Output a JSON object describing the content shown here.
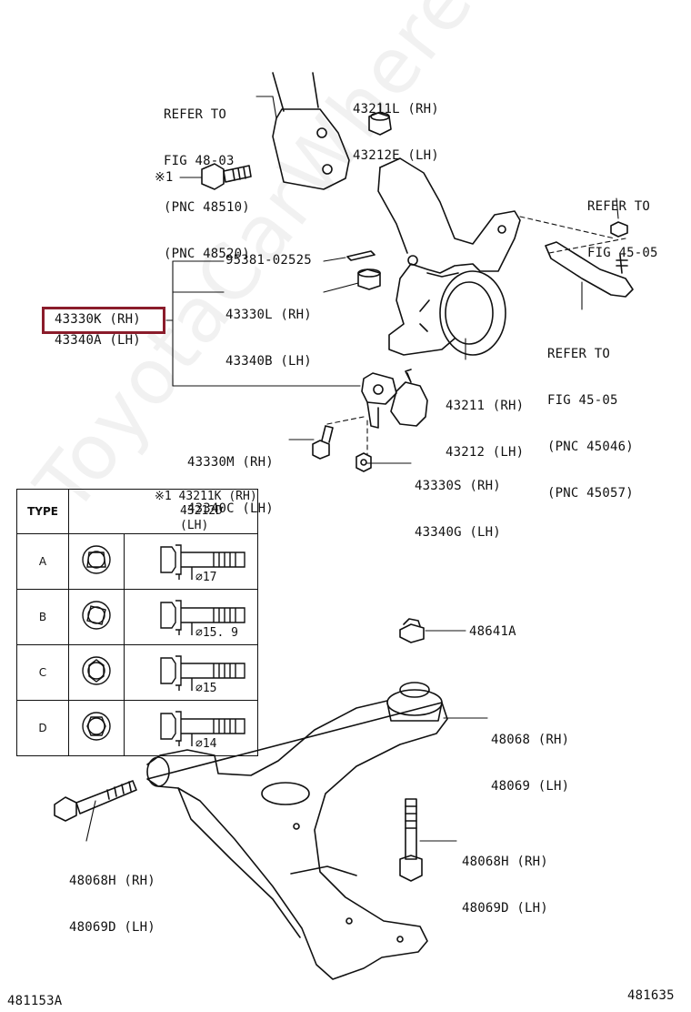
{
  "watermark": "ToyotaCarWhere.ru",
  "highlight_color": "#8b1c2b",
  "labels": {
    "refer_4803": [
      "REFER TO",
      "FIG 48-03",
      "(PNC 48510)",
      "(PNC 48520)"
    ],
    "ref_43211L": [
      "43211L (RH)",
      "43212E (LH)"
    ],
    "x1": "※1",
    "refer_4505_top": [
      "REFER TO",
      "FIG 45-05"
    ],
    "p95381": "95381-02525",
    "p43330L": [
      "43330L (RH)",
      "43340B (LH)"
    ],
    "p43330K_rh": "43330K (RH)",
    "p43330K_lh": "43340A (LH)",
    "refer_4505_bot": [
      "REFER TO",
      "FIG 45-05",
      "(PNC 45046)",
      "(PNC 45057)"
    ],
    "p43211": [
      "43211 (RH)",
      "43212 (LH)"
    ],
    "p43330M": [
      "43330M (RH)",
      "43340C (LH)"
    ],
    "p43330S": [
      "43330S (RH)",
      "43340G (LH)"
    ],
    "p48641A": "48641A",
    "p48068": [
      "48068 (RH)",
      "48069 (LH)"
    ],
    "p48068H_right": [
      "48068H (RH)",
      "48069D (LH)"
    ],
    "p48068H_left": [
      "48068H (RH)",
      "48069D (LH)"
    ],
    "fig_left": "481153A",
    "fig_right": "481635"
  },
  "type_table": {
    "header_type": "TYPE",
    "header_part": [
      "※1 43211K (RH)",
      "43212D (LH)"
    ],
    "rows": [
      {
        "type": "A",
        "size": "⌀17"
      },
      {
        "type": "B",
        "size": "⌀15. 9"
      },
      {
        "type": "C",
        "size": "⌀15"
      },
      {
        "type": "D",
        "size": "⌀14"
      }
    ]
  }
}
